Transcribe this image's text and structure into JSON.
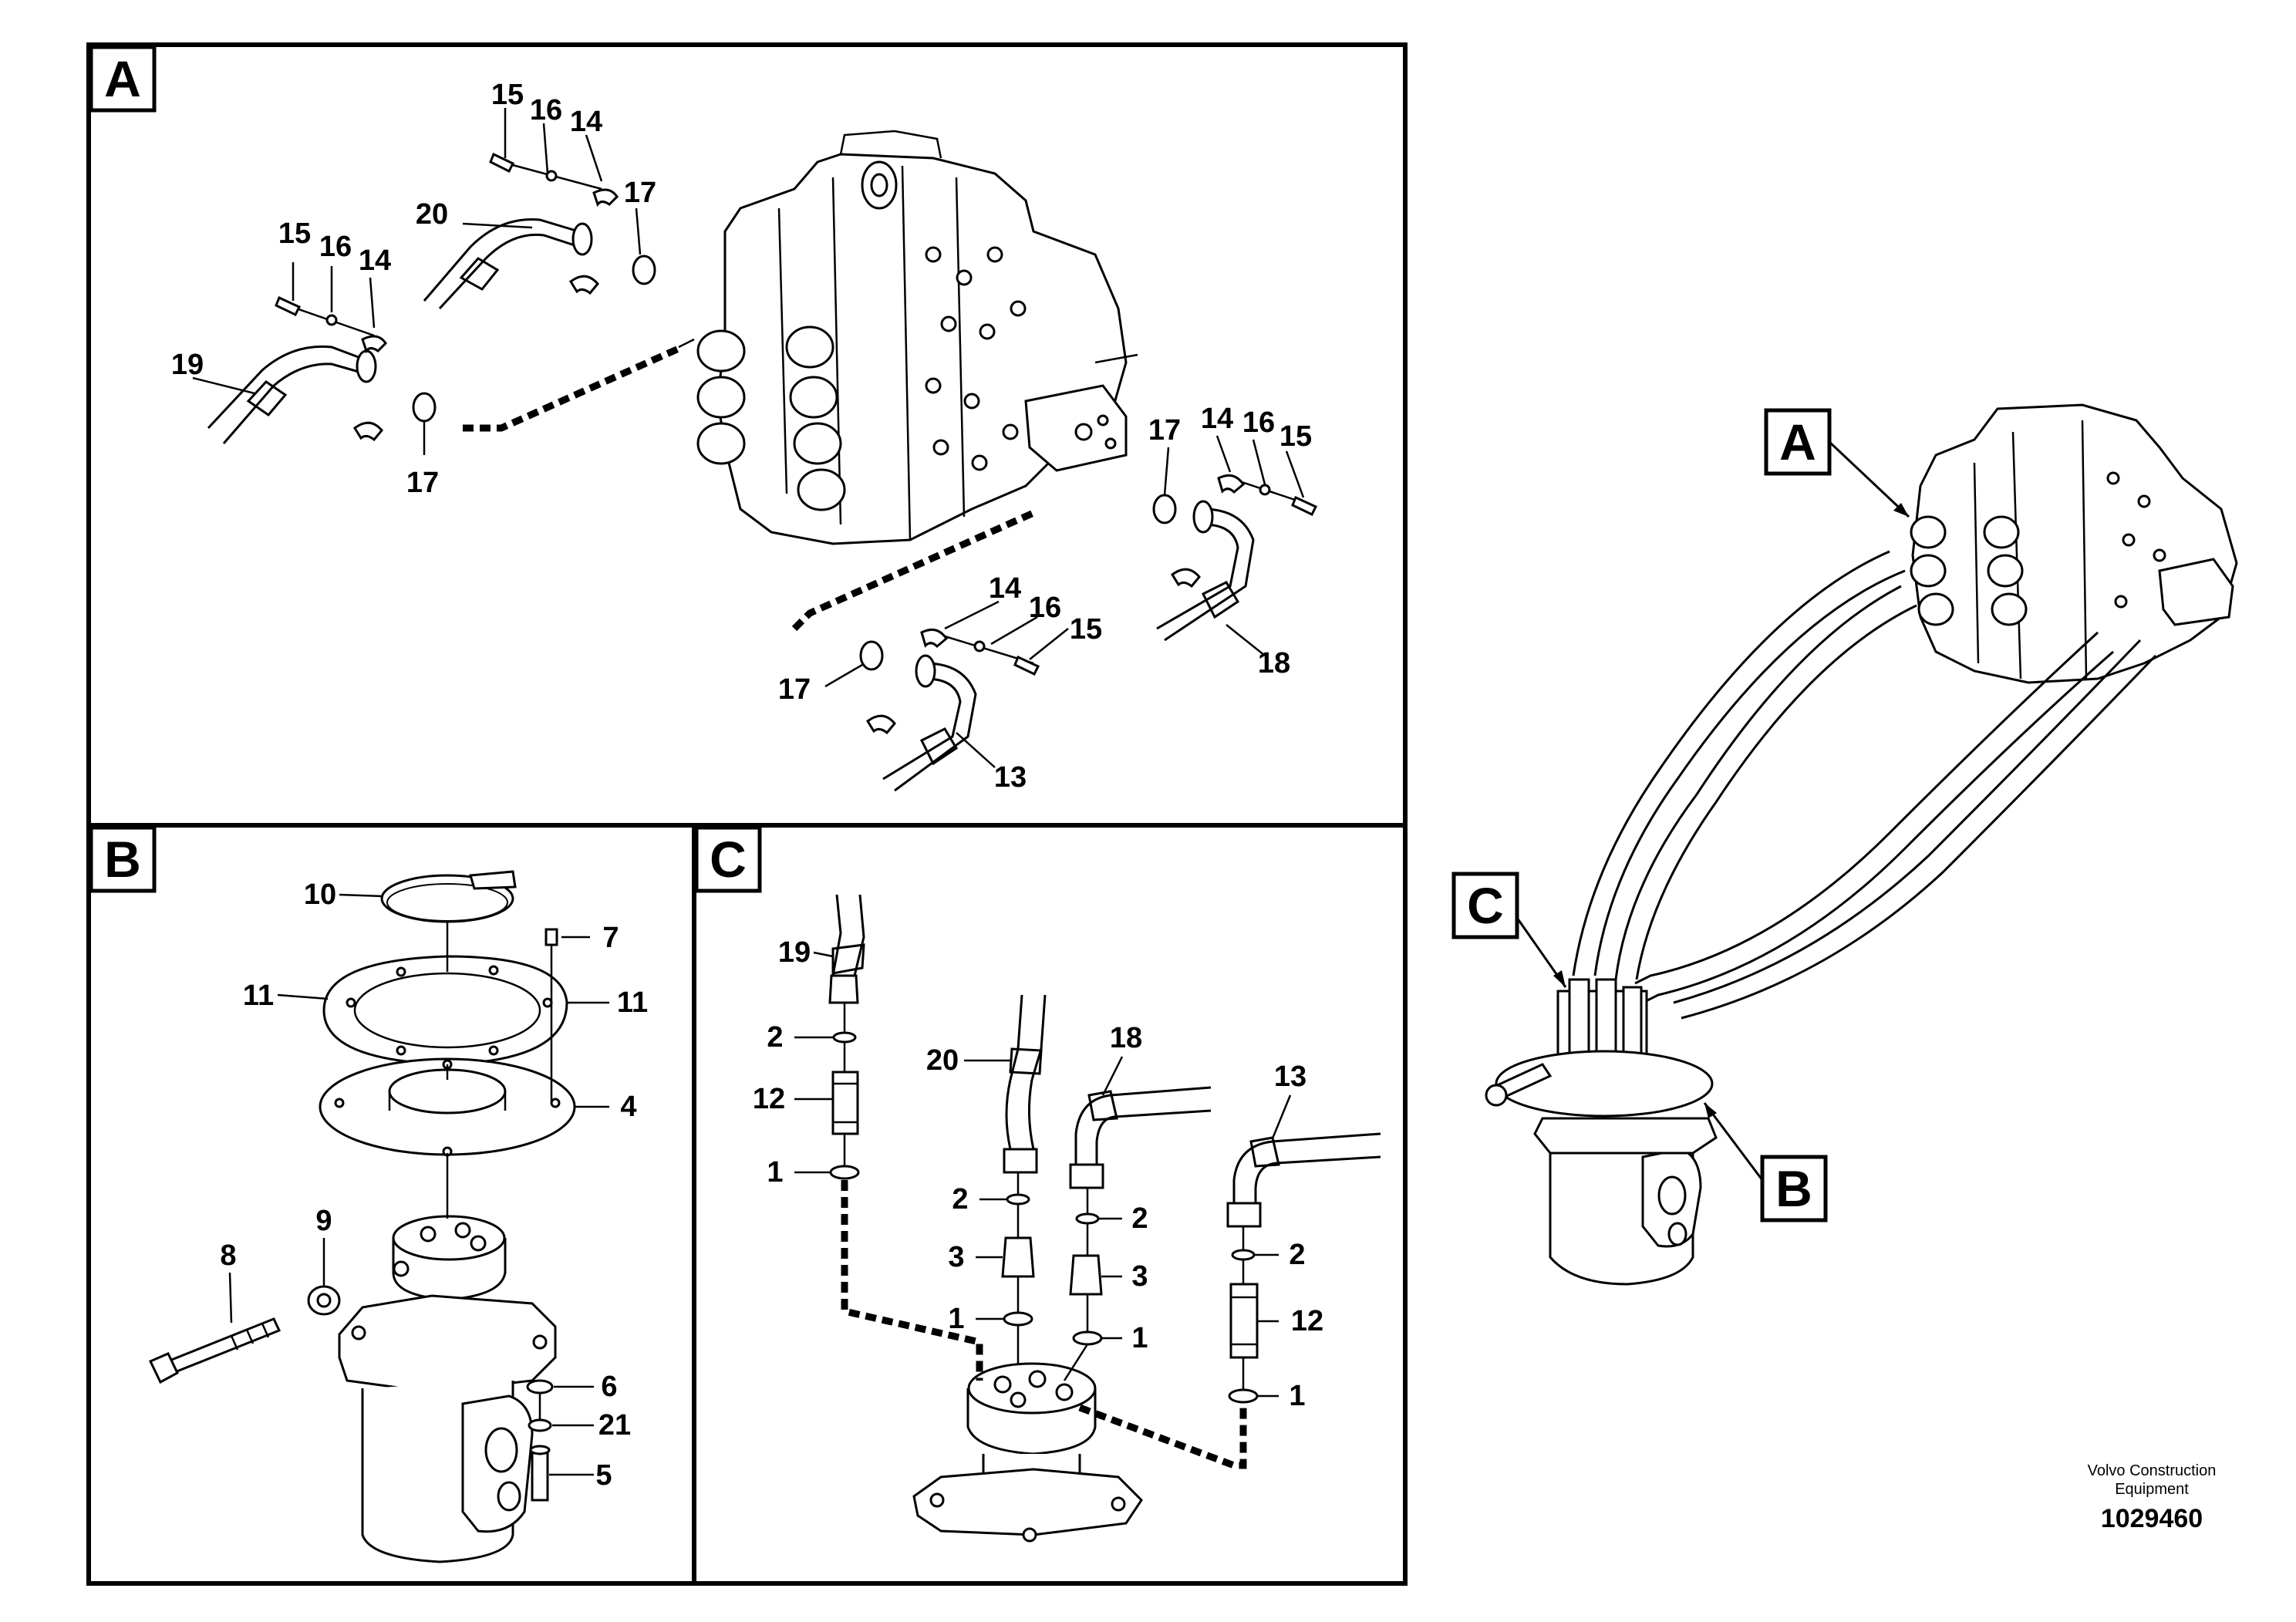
{
  "panels": {
    "a_letter": "A",
    "b_letter": "B",
    "c_letter": "C"
  },
  "overview": {
    "a_letter": "A",
    "b_letter": "B",
    "c_letter": "C"
  },
  "callouts_a": [
    "15",
    "16",
    "14",
    "20",
    "17",
    "15",
    "16",
    "14",
    "19",
    "17",
    "17",
    "14",
    "16",
    "15",
    "18",
    "14",
    "16",
    "15",
    "17",
    "13"
  ],
  "callouts_b": [
    "10",
    "7",
    "11",
    "11",
    "4",
    "9",
    "8",
    "6",
    "21",
    "5"
  ],
  "callouts_c": [
    "19",
    "2",
    "12",
    "1",
    "20",
    "18",
    "13",
    "2",
    "3",
    "1",
    "2",
    "3",
    "1",
    "2",
    "12",
    "1"
  ],
  "footer": {
    "line1": "Volvo Construction",
    "line2": "Equipment",
    "drawing_number": "1029460"
  }
}
